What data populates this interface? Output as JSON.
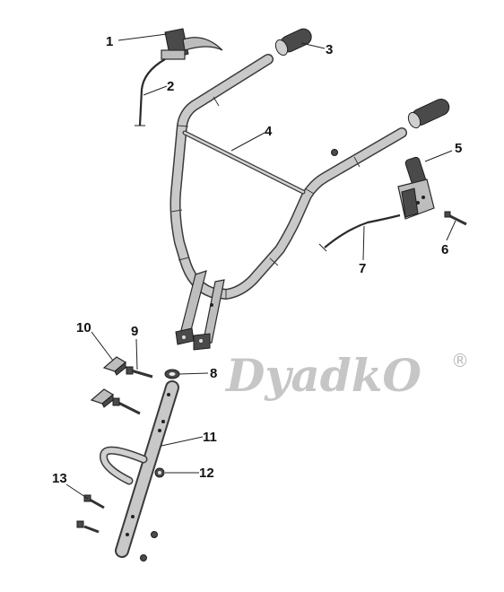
{
  "watermark": {
    "text": "DyadkO",
    "registered": "®"
  },
  "callouts": [
    {
      "label": "1"
    },
    {
      "label": "2"
    },
    {
      "label": "3"
    },
    {
      "label": "4"
    },
    {
      "label": "5"
    },
    {
      "label": "6"
    },
    {
      "label": "7"
    },
    {
      "label": "8"
    },
    {
      "label": "9"
    },
    {
      "label": "10"
    },
    {
      "label": "11"
    },
    {
      "label": "12"
    },
    {
      "label": "13"
    }
  ]
}
